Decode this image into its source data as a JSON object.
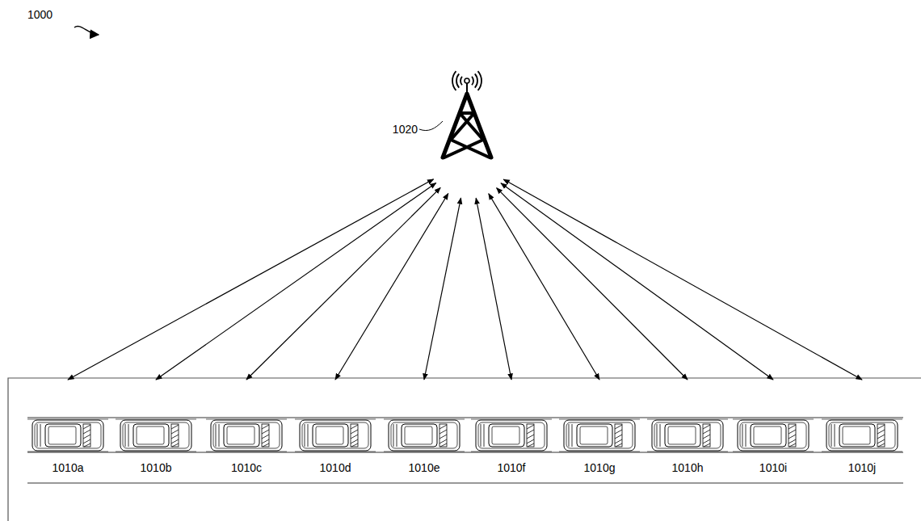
{
  "diagram": {
    "nodes": [
      {
        "text": [
          "1020"
        ]
      },
      {
        "text": [
          "1010a"
        ]
      },
      {
        "text": [
          "1010b"
        ]
      },
      {
        "text": [
          "1010c"
        ]
      },
      {
        "text": [
          "1010d"
        ]
      },
      {
        "text": [
          "1010e"
        ]
      },
      {
        "text": [
          "1010f"
        ]
      },
      {
        "text": [
          "1010g"
        ]
      },
      {
        "text": [
          "1010h"
        ]
      },
      {
        "text": [
          "1010i"
        ]
      },
      {
        "text": [
          "1010j"
        ]
      }
    ],
    "edges": [
      {
        "from": 0,
        "to": 1,
        "arrow": "both"
      },
      {
        "from": 0,
        "to": 2,
        "arrow": "both"
      },
      {
        "from": 0,
        "to": 3,
        "arrow": "both"
      },
      {
        "from": 0,
        "to": 4,
        "arrow": "both"
      },
      {
        "from": 0,
        "to": 5,
        "arrow": "both"
      },
      {
        "from": 0,
        "to": 6,
        "arrow": "both"
      },
      {
        "from": 0,
        "to": 7,
        "arrow": "both"
      },
      {
        "from": 0,
        "to": 8,
        "arrow": "both"
      },
      {
        "from": 0,
        "to": 9,
        "arrow": "both"
      },
      {
        "from": 0,
        "to": 10,
        "arrow": "both"
      }
    ],
    "labels": [
      "1000"
    ]
  }
}
